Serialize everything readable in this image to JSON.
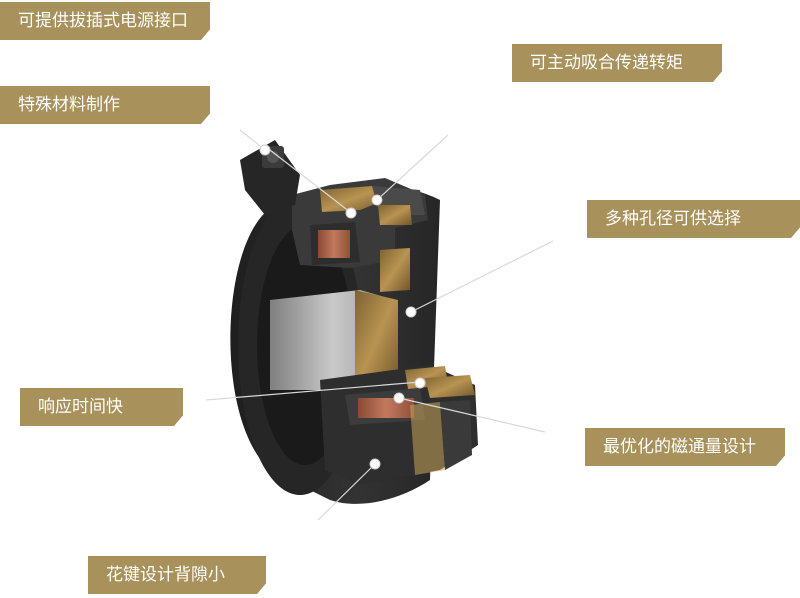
{
  "callouts": {
    "power_interface": "可提供拔插式电源接口",
    "special_material": "特殊材料制作",
    "active_torque": "可主动吸合传递转矩",
    "bore_options": "多种孔径可供选择",
    "fast_response": "响应时间快",
    "magnetic_design": "最优化的磁通量设计",
    "spline_backlash": "花键设计背隙小"
  },
  "colors": {
    "label_bg": "#a8915a",
    "label_text": "#ffffff",
    "housing_dark": "#2b2b2b",
    "brass": "#9b7a3c",
    "copper": "#a8644a",
    "steel": "#b9b9b9"
  }
}
